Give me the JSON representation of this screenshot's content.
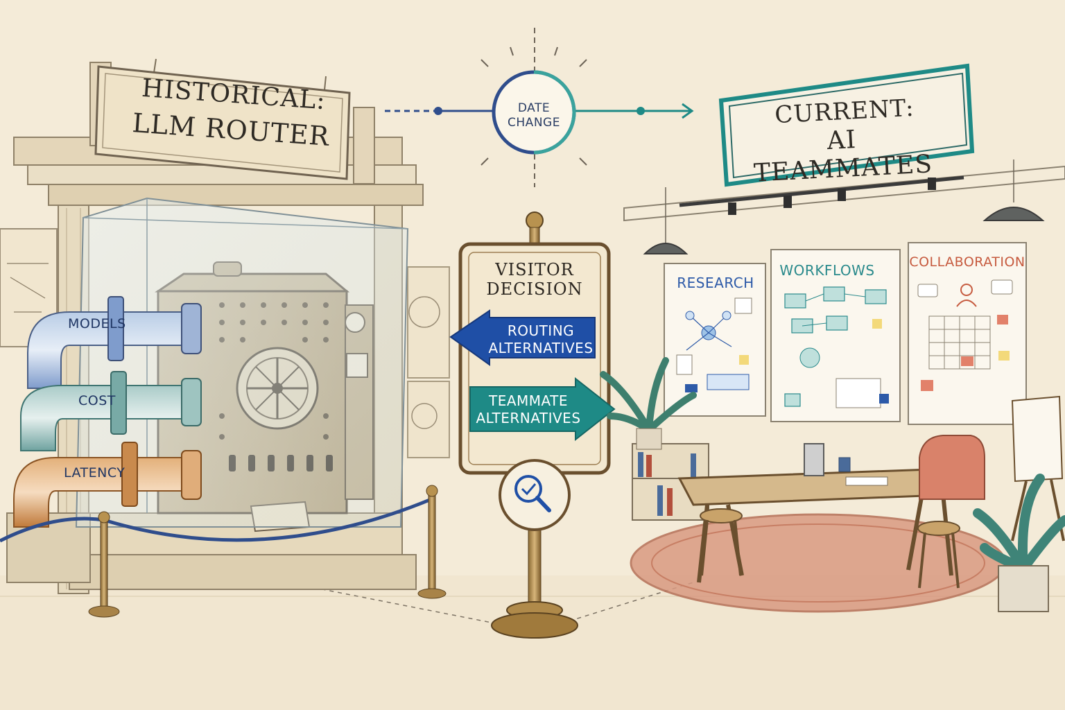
{
  "signs": {
    "historical": {
      "line1": "HISTORICAL:",
      "line2": "LLM ROUTER"
    },
    "current": {
      "line1": "CURRENT:",
      "line2": "AI TEAMMATES"
    }
  },
  "date_change": {
    "line1": "DATE",
    "line2": "CHANGE"
  },
  "visitor_decision": {
    "line1": "VISITOR",
    "line2": "DECISION"
  },
  "arrows": {
    "routing": {
      "line1": "ROUTING",
      "line2": "ALTERNATIVES"
    },
    "teammate": {
      "line1": "TEAMMATE",
      "line2": "ALTERNATIVES"
    }
  },
  "pipes": {
    "models": "MODELS",
    "cost": "COST",
    "latency": "LATENCY"
  },
  "boards": {
    "research": "RESEARCH",
    "workflows": "WORKFLOWS",
    "collaboration": "COLLABORATION"
  },
  "colors": {
    "paper": "#f3ead6",
    "routing_blue": "#1f4fa6",
    "teammate_teal": "#1e8a86",
    "brass": "#b08a4a",
    "rug": "#d99a82"
  },
  "icons": [
    "search-check-icon",
    "magnifier-icon"
  ]
}
